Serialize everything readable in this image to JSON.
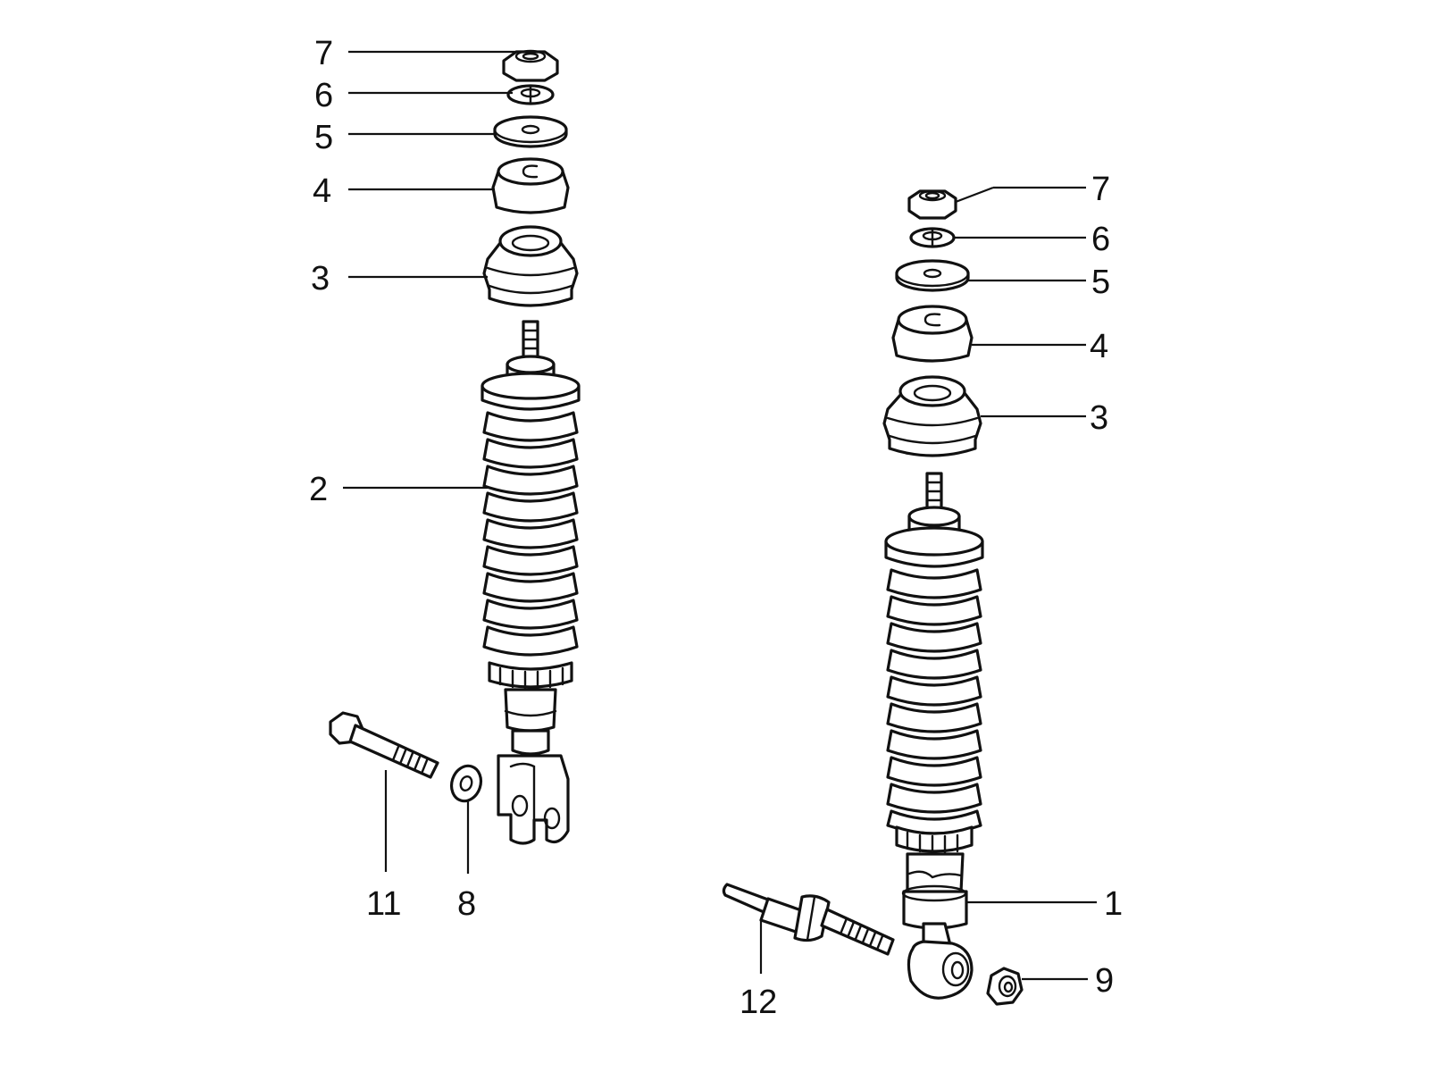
{
  "diagram": {
    "left_assembly_callouts": [
      {
        "id": "L7",
        "label": "7"
      },
      {
        "id": "L6",
        "label": "6"
      },
      {
        "id": "L5",
        "label": "5"
      },
      {
        "id": "L4",
        "label": "4"
      },
      {
        "id": "L3",
        "label": "3"
      },
      {
        "id": "L2",
        "label": "2"
      },
      {
        "id": "L11",
        "label": "11"
      },
      {
        "id": "L8",
        "label": "8"
      }
    ],
    "right_assembly_callouts": [
      {
        "id": "R7",
        "label": "7"
      },
      {
        "id": "R6",
        "label": "6"
      },
      {
        "id": "R5",
        "label": "5"
      },
      {
        "id": "R4",
        "label": "4"
      },
      {
        "id": "R3",
        "label": "3"
      },
      {
        "id": "R1",
        "label": "1"
      },
      {
        "id": "R12",
        "label": "12"
      },
      {
        "id": "R9",
        "label": "9"
      }
    ],
    "colors": {
      "line": "#111111",
      "background": "#ffffff"
    }
  }
}
